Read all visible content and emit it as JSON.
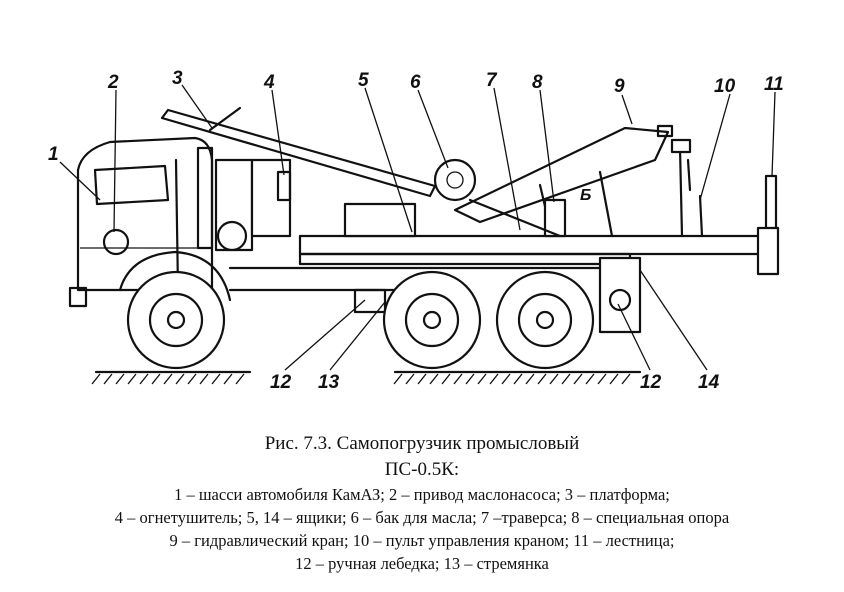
{
  "figure": {
    "callouts": [
      "1",
      "2",
      "3",
      "4",
      "5",
      "6",
      "7",
      "8",
      "9",
      "10",
      "11",
      "12",
      "13",
      "12",
      "14"
    ],
    "inline_label": "Б"
  },
  "caption": {
    "title_line1": "Рис. 7.3. Самопогрузчик промысловый",
    "title_line2": "ПС-0.5К:",
    "legend_lines": [
      "1 – шасси автомобиля КамАЗ; 2 – привод маслонасоса; 3 – платформа;",
      "4 – огнетушитель; 5, 14 – ящики; 6 – бак для масла; 7 –траверса; 8 – специальная опора",
      "9 – гидравлический кран; 10 – пульт управления краном; 11 – лестница;",
      "12 – ручная лебедка; 13 – стремянка"
    ]
  }
}
